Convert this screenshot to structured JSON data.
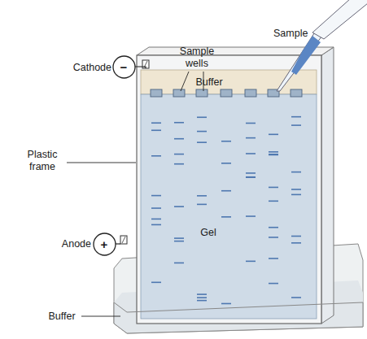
{
  "diagram": {
    "nodes": [
      {
        "text": [
          "−"
        ]
      },
      {
        "text": [
          "+"
        ]
      }
    ],
    "labels": [
      "Sample",
      "Sample wells",
      "Buffer",
      "Cathode",
      "Plastic frame",
      "Gel",
      "Anode",
      "Buffer"
    ]
  }
}
